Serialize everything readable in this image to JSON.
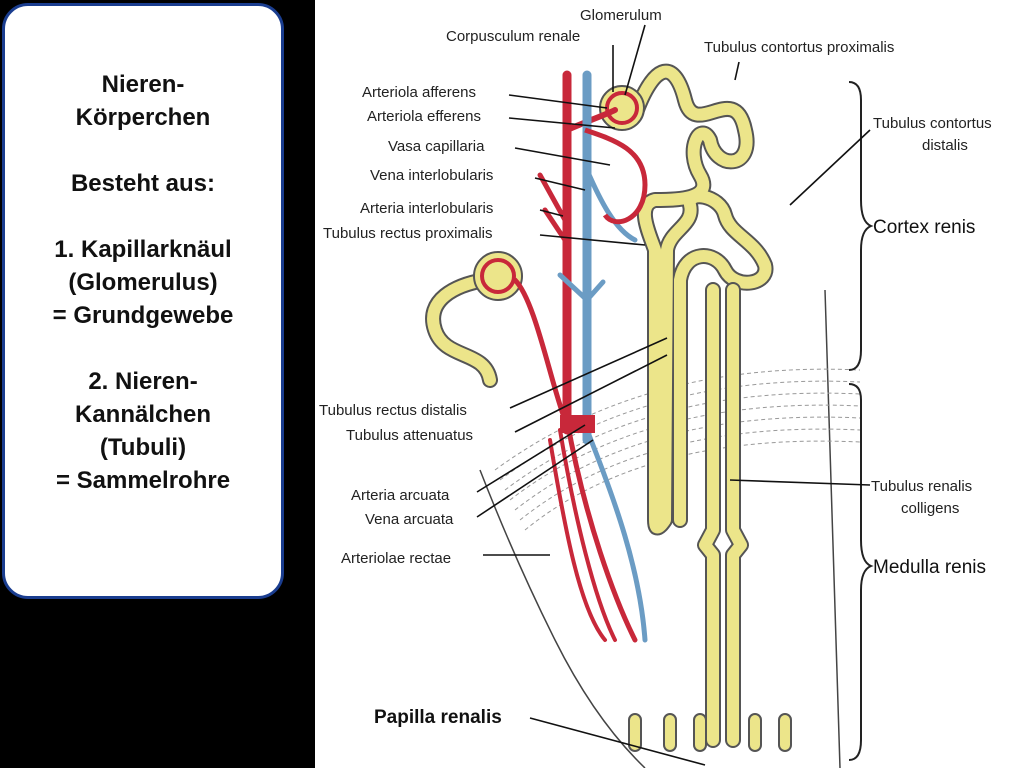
{
  "textbox": {
    "line1": "Nieren-",
    "line2": "Körperchen",
    "line3": "Besteht aus:",
    "line4": "1. Kapillarknäul",
    "line5": "(Glomerulus)",
    "line6": "= Grundgewebe",
    "line7": "2. Nieren-",
    "line8": "Kannälchen",
    "line9": "(Tubuli)",
    "line10": "= Sammelrohre"
  },
  "diagram": {
    "labels": {
      "glomerulum": "Glomerulum",
      "corpusculum_renale": "Corpusculum renale",
      "tubulus_contortus_proximalis": "Tubulus contortus proximalis",
      "arteriola_afferens": "Arteriola afferens",
      "arteriola_efferens": "Arteriola efferens",
      "vasa_capillaria": "Vasa capillaria",
      "vena_interlobularis": "Vena interlobularis",
      "arteria_interlobularis": "Arteria interlobularis",
      "tubulus_rectus_proximalis": "Tubulus rectus proximalis",
      "tubulus_contortus_distalis_1": "Tubulus contortus",
      "tubulus_contortus_distalis_2": "distalis",
      "cortex_renis": "Cortex renis",
      "tubulus_rectus_distalis": "Tubulus rectus distalis",
      "tubulus_attenuatus": "Tubulus attenuatus",
      "arteria_arcuata": "Arteria arcuata",
      "vena_arcuata": "Vena arcuata",
      "arteriolae_rectae": "Arteriolae rectae",
      "tubulus_renalis_colligens_1": "Tubulus renalis",
      "tubulus_renalis_colligens_2": "colligens",
      "medulla_renis": "Medulla renis",
      "papilla_renalis": "Papilla renalis"
    },
    "colors": {
      "artery": "#c8283a",
      "vein": "#6b9cc4",
      "tubule": "#ece58a",
      "tubule_outline": "#555555"
    }
  }
}
